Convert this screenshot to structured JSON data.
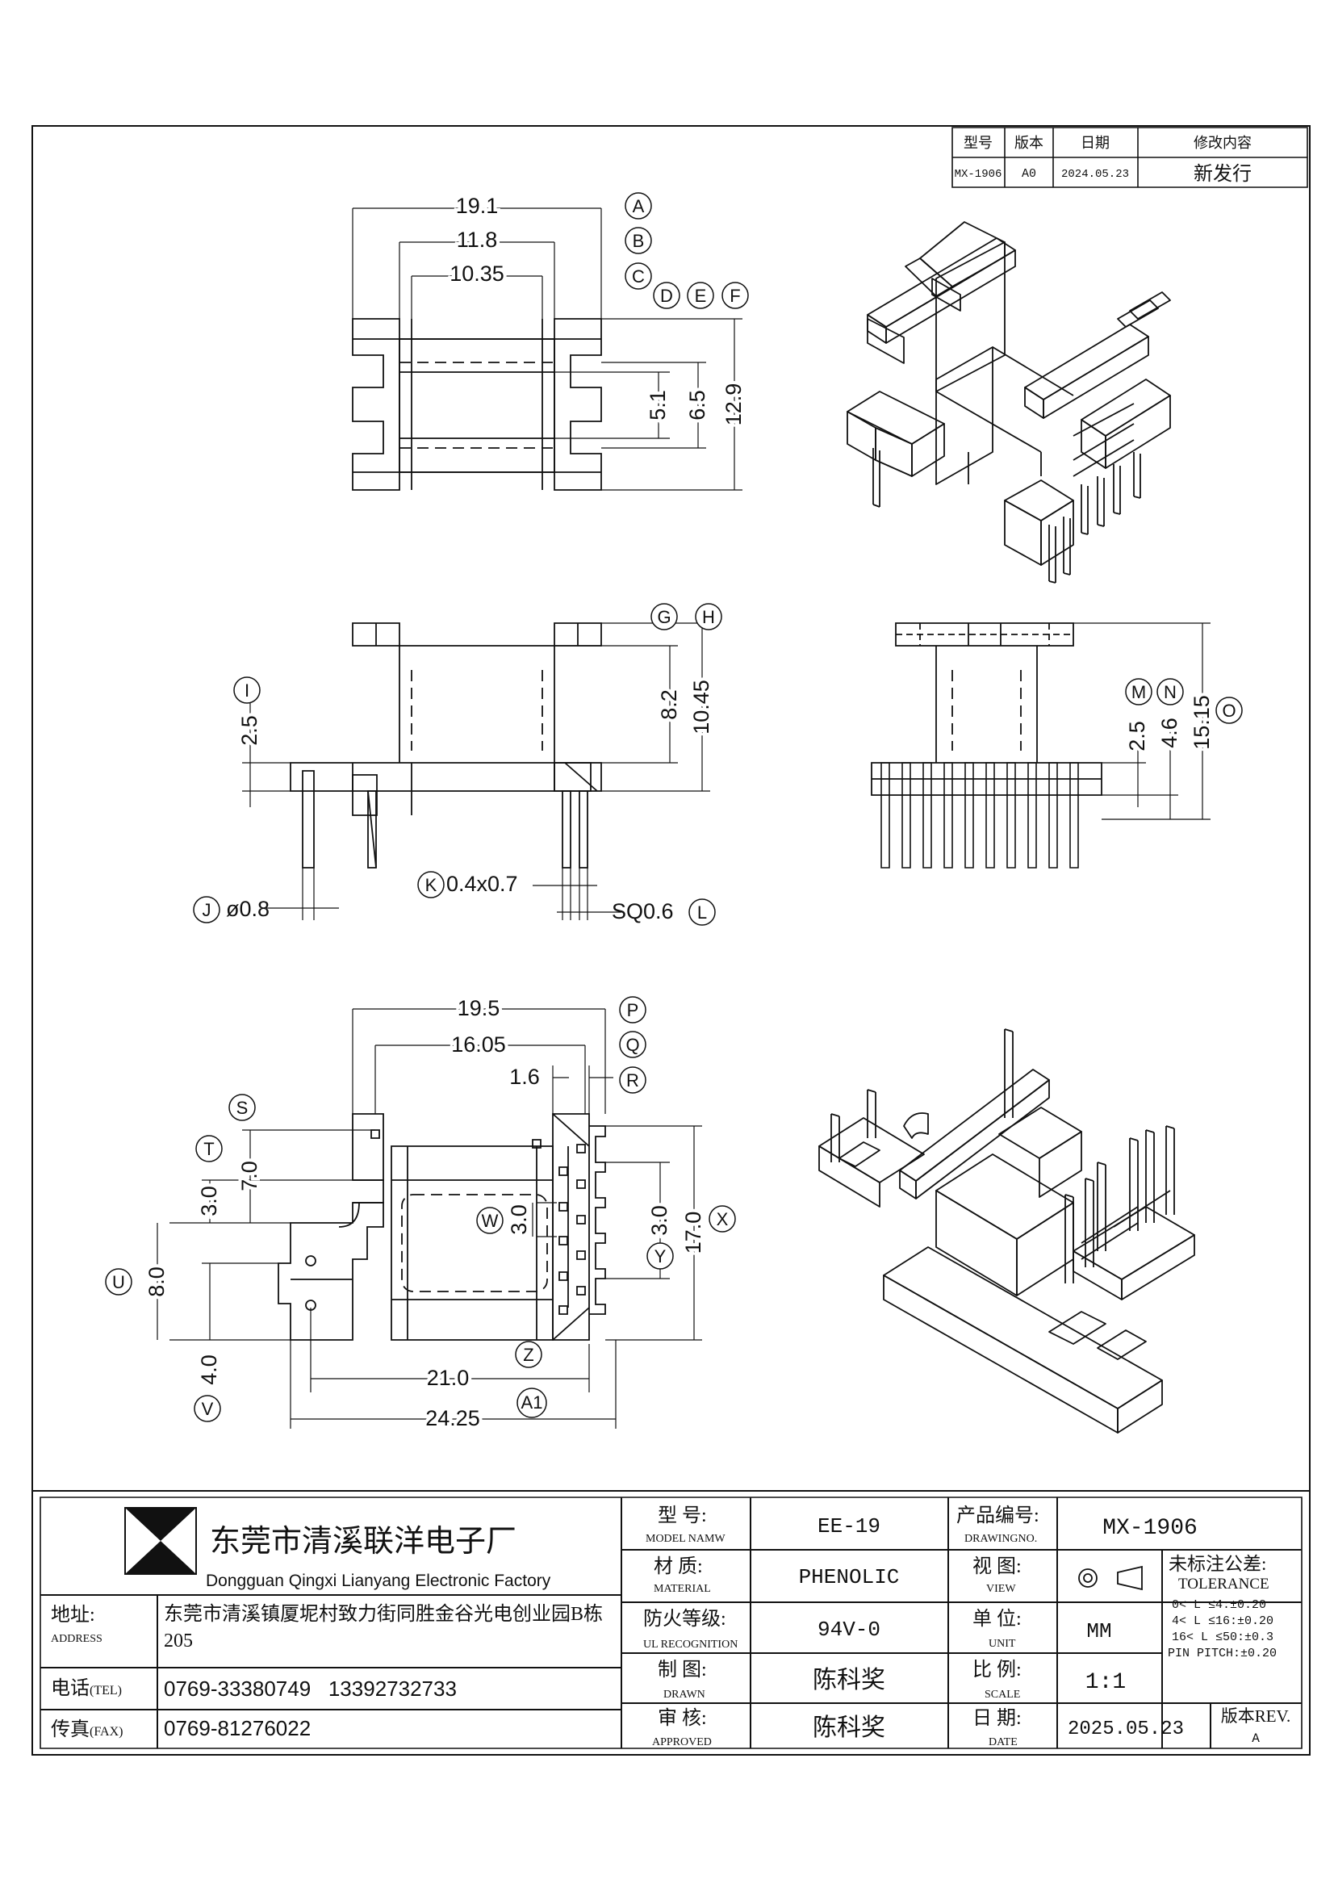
{
  "revision_table": {
    "headers": [
      "型号",
      "版本",
      "日期",
      "修改内容"
    ],
    "row": [
      "MX-1906",
      "A0",
      "2024.05.23",
      "新发行"
    ]
  },
  "top_view": {
    "dims": [
      "19.1",
      "11.8",
      "10.35",
      "5.1",
      "6.5",
      "12.9"
    ],
    "markers": [
      "A",
      "B",
      "C",
      "D",
      "E",
      "F"
    ]
  },
  "front_view": {
    "dims": [
      "2.5",
      "8.2",
      "10.45",
      "ø0.8",
      "0.4x0.7",
      "SQ0.6"
    ],
    "markers": [
      "G",
      "H",
      "I",
      "J",
      "K",
      "L"
    ]
  },
  "side_view": {
    "dims": [
      "2.5",
      "4.6",
      "15.15"
    ],
    "markers": [
      "M",
      "N",
      "O"
    ]
  },
  "bottom_view": {
    "dims": [
      "19.5",
      "16.05",
      "1.6",
      "7.0",
      "3.0",
      "8.0",
      "4.0",
      "3.0",
      "3.0",
      "17.0",
      "21.0",
      "24.25"
    ],
    "markers": [
      "P",
      "Q",
      "R",
      "S",
      "T",
      "U",
      "V",
      "W",
      "X",
      "Y",
      "Z",
      "A1"
    ]
  },
  "title_block": {
    "company_cn": "东莞市清溪联洋电子厂",
    "company_en": "Dongguan Qingxi Lianyang Electronic Factory",
    "address_label_cn": "地址:",
    "address_label_en": "ADDRESS",
    "address": "东莞市清溪镇厦坭村致力街同胜金谷光电创业园B栋",
    "address_line2": "205",
    "tel_label": "电话",
    "tel_label_en": "(TEL)",
    "tel": "0769-33380749   13392732733",
    "fax_label": "传真",
    "fax_label_en": "(FAX)",
    "fax": "0769-81276022",
    "model_label_cn": "型 号:",
    "model_label_en": "MODEL NAMW",
    "model": "EE-19",
    "drawing_no_label_cn": "产品编号:",
    "drawing_no_label_en": "DRAWINGNO.",
    "drawing_no": "MX-1906",
    "material_label_cn": "材 质:",
    "material_label_en": "MATERIAL",
    "material": "PHENOLIC",
    "view_label_cn": "视 图:",
    "view_label_en": "VIEW",
    "ul_label_cn": "防火等级:",
    "ul_label_en": "UL RECOGNITION",
    "ul": "94V-0",
    "unit_label_cn": "单 位:",
    "unit_label_en": "UNIT",
    "unit": "MM",
    "drawn_label_cn": "制 图:",
    "drawn_label_en": "DRAWN",
    "drawn": "陈科奖",
    "scale_label_cn": "比 例:",
    "scale_label_en": "SCALE",
    "scale": "1:1",
    "approved_label_cn": "审 核:",
    "approved_label_en": "APPROVED",
    "approved": "陈科奖",
    "date_label_cn": "日 期:",
    "date_label_en": "DATE",
    "date": "2025.05.23",
    "tolerance_title_cn": "未标注公差:",
    "tolerance_title_en": "TOLERANCE",
    "tolerance_lines": [
      "0< L ≤4:±0.20",
      "4< L ≤16:±0.20",
      "16< L ≤50:±0.3",
      "PIN PITCH:±0.20"
    ],
    "rev_label": "版本REV.",
    "rev": "A"
  }
}
